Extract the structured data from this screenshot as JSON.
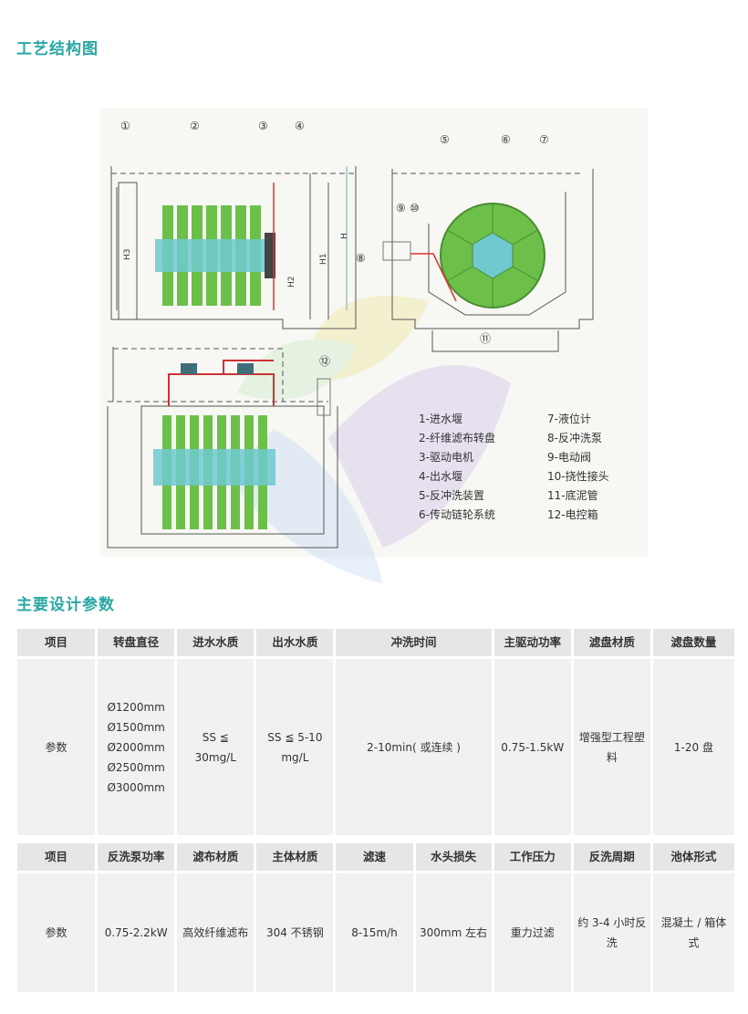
{
  "sections": {
    "structure_title": "工艺结构图",
    "params_title": "主要设计参数"
  },
  "diagram_labels": {
    "callouts": [
      "①",
      "②",
      "③",
      "④",
      "⑤",
      "⑥",
      "⑦",
      "⑧",
      "⑨",
      "⑩",
      "⑪",
      "⑫"
    ],
    "dims": [
      "H3",
      "H2",
      "H1",
      "H"
    ]
  },
  "legend": {
    "left": [
      "1-进水堰",
      "2-纤维滤布转盘",
      "3-驱动电机",
      "4-出水堰",
      "5-反冲洗装置",
      "6-传动链轮系统"
    ],
    "right": [
      "7-液位计",
      "8-反冲洗泵",
      "9-电动阀",
      "10-挠性接头",
      "11-底泥管",
      "12-电控箱"
    ]
  },
  "table1": {
    "headers": [
      "项目",
      "转盘直径",
      "进水水质",
      "出水水质",
      "冲洗时间",
      "主驱动功率",
      "滤盘材质",
      "滤盘数量"
    ],
    "row_label": "参数",
    "diameters": [
      "Ø1200mm",
      "Ø1500mm",
      "Ø2000mm",
      "Ø2500mm",
      "Ø3000mm"
    ],
    "inflow": "SS ≦ 30mg/L",
    "outflow": "SS ≦ 5-10 mg/L",
    "flush_time": "2-10min( 或连续 )",
    "drive_power": "0.75-1.5kW",
    "disc_material": "增强型工程塑料",
    "disc_count": "1-20 盘"
  },
  "table2": {
    "headers": [
      "项目",
      "反洗泵功率",
      "滤布材质",
      "主体材质",
      "滤速",
      "水头损失",
      "工作压力",
      "反洗周期",
      "池体形式"
    ],
    "values": [
      "参数",
      "0.75-2.2kW",
      "高效纤维滤布",
      "304 不锈钢",
      "8-15m/h",
      "300mm 左右",
      "重力过滤",
      "约 3-4 小时反洗",
      "混凝土 / 箱体式"
    ]
  },
  "colors": {
    "accent": "#2aa7a3",
    "header_bg": "#e6e6e6",
    "cell_bg": "#f1f1f1",
    "disc_green": "#6cc04a",
    "hub_teal": "#6fc9cf"
  }
}
